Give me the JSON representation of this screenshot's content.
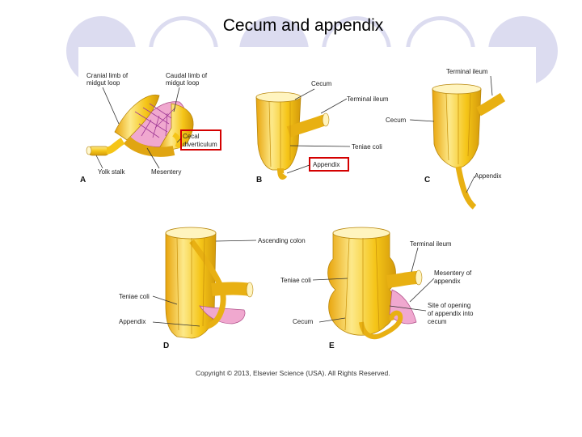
{
  "slide": {
    "title": "Cecum and appendix"
  },
  "figure": {
    "panels": {
      "a": "A",
      "b": "B",
      "c": "C",
      "d": "D",
      "e": "E"
    },
    "labels_a": {
      "cranial_limb": [
        "Cranial limb of",
        "midgut loop"
      ],
      "caudal_limb": [
        "Caudal limb of",
        "midgut loop"
      ],
      "cecal_diverticulum": [
        "Cecal",
        "diverticulum"
      ],
      "yolk_stalk": "Yolk stalk",
      "mesentery": "Mesentery"
    },
    "labels_b": {
      "cecum": "Cecum",
      "terminal_ileum": "Terminal ileum",
      "teniae_coli": "Teniae coli",
      "appendix": "Appendix"
    },
    "labels_c": {
      "terminal_ileum": "Terminal ileum",
      "cecum": "Cecum",
      "appendix": "Appendix"
    },
    "labels_d": {
      "ascending_colon": "Ascending colon",
      "teniae_coli": "Teniae coli",
      "appendix": "Appendix"
    },
    "labels_e": {
      "terminal_ileum": "Terminal ileum",
      "teniae_coli": "Teniae coli",
      "mesentery_of_appendix": [
        "Mesentery of",
        "appendix"
      ],
      "cecum": "Cecum",
      "site_of_opening": [
        "Site of opening",
        "of appendix into",
        "cecum"
      ]
    },
    "copyright": "Copyright © 2013, Elsevier Science (USA). All Rights Reserved."
  },
  "colors": {
    "background_circles": "#dcdcf0",
    "tissue_yellow": "#f5c518",
    "tissue_light": "#fde98a",
    "tissue_dark": "#d49a0a",
    "mesentery_pink": "#f0a8cf",
    "vessel_purple": "#a03a96",
    "highlight_box": "#d40000"
  }
}
